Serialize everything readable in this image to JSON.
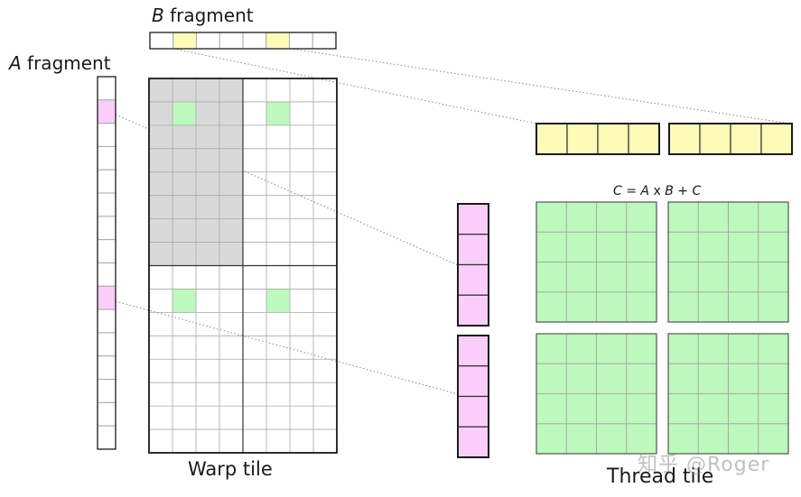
{
  "labels": {
    "b_fragment": "B fragment",
    "a_fragment": "A fragment",
    "warp_tile": "Warp tile",
    "thread_tile": "Thread tile",
    "equation": "C = A x B + C",
    "watermark": "知乎 @Roger"
  },
  "colors": {
    "yellow": "#fdfbb8",
    "pink": "#fbcdfb",
    "green": "#bdf8bd",
    "gray": "#d9d9d9",
    "grid": "#a9a9a9",
    "outline": "#1a1a1a",
    "dotted": "#8a8a8a"
  },
  "grid": {
    "b_fragment_cells": 8,
    "a_fragment_cells": 16,
    "warp_tile_cols": 8,
    "warp_tile_rows": 16,
    "thread_b_vectors": 2,
    "thread_a_vectors": 2,
    "thread_vector_len": 4,
    "thread_block_size": 4
  }
}
